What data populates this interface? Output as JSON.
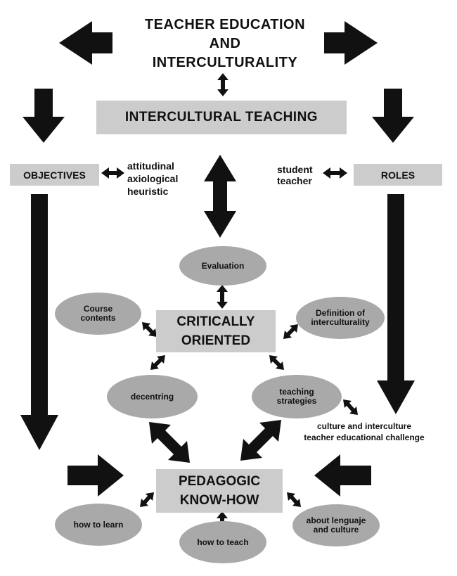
{
  "title": {
    "line1": "TEACHER EDUCATION",
    "line2": "AND",
    "line3": "INTERCULTURALITY"
  },
  "intercultural_teaching": "INTERCULTURAL TEACHING",
  "objectives": {
    "label": "OBJECTIVES",
    "items": [
      "attitudinal",
      "axiological",
      "heuristic"
    ]
  },
  "roles": {
    "label": "ROLES",
    "items": [
      "student",
      "teacher"
    ]
  },
  "critically_oriented": {
    "line1": "CRITICALLY",
    "line2": "ORIENTED"
  },
  "pedagogic_know_how": {
    "line1": "PEDAGOGIC",
    "line2": "KNOW-HOW"
  },
  "ellipses": {
    "evaluation": "Evaluation",
    "course_contents": {
      "line1": "Course",
      "line2": "contents"
    },
    "definition": {
      "line1": "Definition of",
      "line2": "interculturality"
    },
    "decentring": "decentring",
    "teaching_strategies": {
      "line1": "teaching",
      "line2": "strategies"
    },
    "how_to_learn": "how to learn",
    "how_to_teach": "how to teach",
    "about_language": {
      "line1": "about lenguaje",
      "line2": "and culture"
    }
  },
  "challenge_note": {
    "line1": "culture and interculture",
    "line2": "teacher educational challenge"
  },
  "colors": {
    "arrow": "#111111",
    "box_fill": "#cccccc",
    "ellipse_fill": "#a9a9a9",
    "background": "#ffffff"
  }
}
